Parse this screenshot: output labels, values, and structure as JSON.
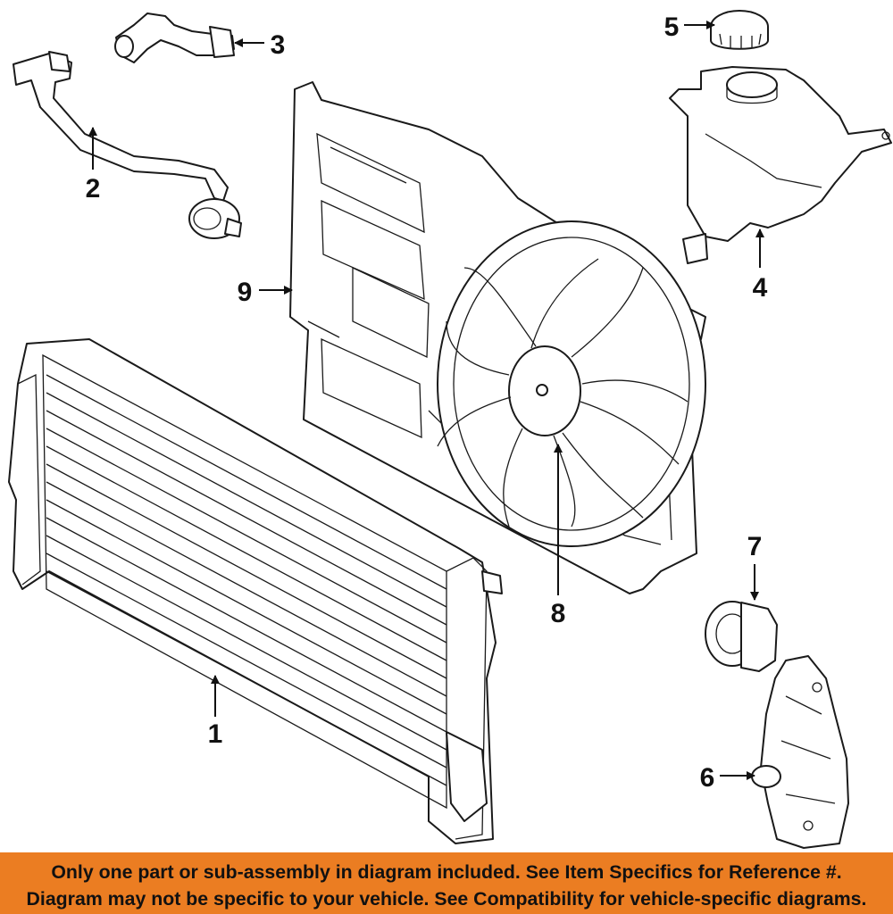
{
  "callouts": {
    "c1": "1",
    "c2": "2",
    "c3": "3",
    "c4": "4",
    "c5": "5",
    "c6": "6",
    "c7": "7",
    "c8": "8",
    "c9": "9"
  },
  "disclaimer": {
    "line1": "Only one part or sub-assembly in diagram included. See Item Specifics for Reference #.",
    "line2": "Diagram may not be specific to your vehicle. See Compatibility for vehicle-specific diagrams."
  },
  "colors": {
    "banner": "#eb7d22",
    "linework": "#1a1a1a",
    "background": "#ffffff"
  }
}
